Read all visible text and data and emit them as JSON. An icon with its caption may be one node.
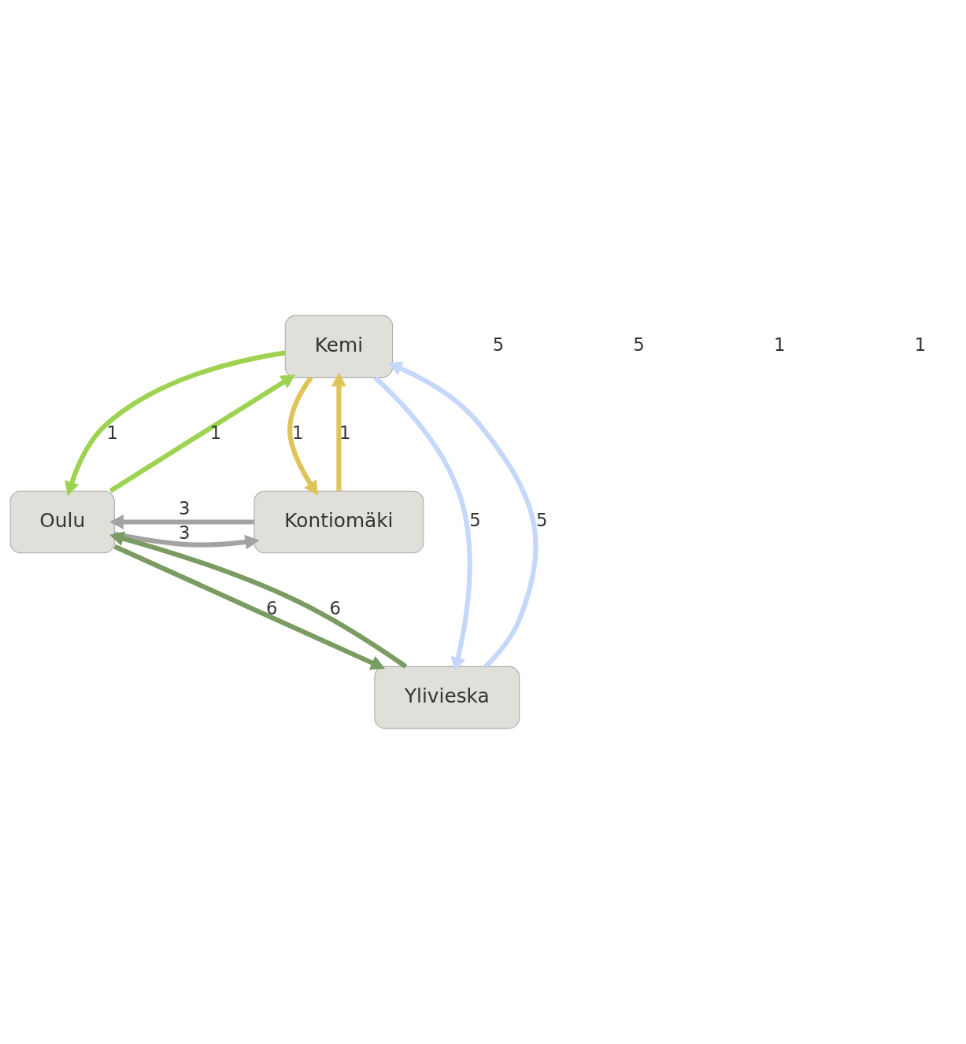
{
  "diagram": {
    "nodes": [
      {
        "text": [
          "Kemi"
        ]
      },
      {
        "text": [
          "Oulu"
        ]
      },
      {
        "text": [
          "Kontiomäki"
        ]
      },
      {
        "text": [
          "Ylivieska"
        ]
      }
    ],
    "edges": [
      {
        "from": 0,
        "to": 3,
        "arrow": "to",
        "label": "5",
        "color": "#c5d7fb"
      },
      {
        "from": 3,
        "to": 0,
        "arrow": "to",
        "label": "5",
        "color": "#c5d7fb"
      },
      {
        "from": 0,
        "to": 1,
        "arrow": "to",
        "label": "1",
        "color": "#9ed352"
      },
      {
        "from": 1,
        "to": 0,
        "arrow": "to",
        "label": "1",
        "color": "#9ed352"
      },
      {
        "from": 0,
        "to": 2,
        "arrow": "to",
        "label": "1",
        "color": "#dfc45a"
      },
      {
        "from": 2,
        "to": 0,
        "arrow": "to",
        "label": "1",
        "color": "#dfc45a"
      },
      {
        "from": 2,
        "to": 1,
        "arrow": "to",
        "label": "3",
        "color": "#a3a3a3"
      },
      {
        "from": 1,
        "to": 2,
        "arrow": "to",
        "label": "3",
        "color": "#a3a3a3"
      },
      {
        "from": 1,
        "to": 3,
        "arrow": "to",
        "label": "6",
        "color": "#7a9b61"
      },
      {
        "from": 3,
        "to": 1,
        "arrow": "to",
        "label": "6",
        "color": "#7a9b61"
      }
    ],
    "labels": [
      "5",
      "5",
      "1",
      "1"
    ]
  }
}
